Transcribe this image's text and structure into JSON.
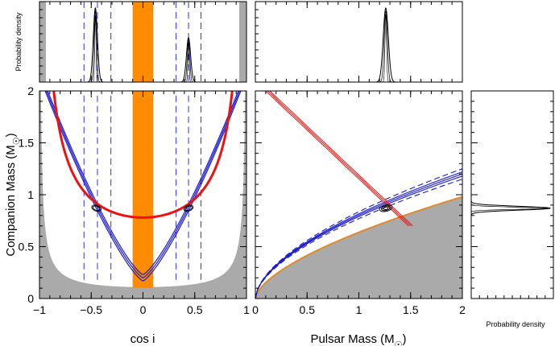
{
  "chart_data": [
    {
      "type": "line",
      "panel": "cos-i-vs-companion-mass",
      "xlabel": "cos i",
      "ylabel": "Companion Mass",
      "ylabel_unit": "M",
      "xlim": [
        -1,
        1
      ],
      "ylim": [
        0,
        2
      ],
      "x_ticks": [
        "−1",
        "−0.5",
        "0",
        "0.5",
        "1"
      ],
      "y_ticks": [
        "0",
        "0.5",
        "1",
        "1.5",
        "2"
      ],
      "excluded_region_color": "#aaaaaa",
      "red_curve": {
        "color": "#ee1111",
        "min_mass": 0.78,
        "at_cos_i": 0
      },
      "blue_curves": {
        "color": "#1a1acc",
        "min_mass": 0.2,
        "at_cos_i": 0,
        "mass_at_cos_i_0.5": 1.0
      },
      "orange_band": {
        "color": "#ff8c00",
        "cos_i_range": [
          -0.1,
          0.1
        ]
      },
      "dashed_lines_cos_i": [
        -0.57,
        -0.44,
        -0.31,
        0.32,
        0.44,
        0.56
      ],
      "intersections": [
        {
          "cos_i": -0.45,
          "companion_mass": 0.87
        },
        {
          "cos_i": 0.44,
          "companion_mass": 0.87
        }
      ]
    },
    {
      "type": "area",
      "panel": "cos-i-probability-density",
      "ylabel": "Probability density",
      "xlim": [
        -1,
        1
      ],
      "peaks": [
        {
          "cos_i": -0.46,
          "relative_height": 1.0
        },
        {
          "cos_i": 0.44,
          "relative_height": 0.6
        }
      ]
    },
    {
      "type": "line",
      "panel": "pulsar-mass-vs-companion-mass",
      "xlabel": "Pulsar Mass",
      "xlabel_unit": "M",
      "xlim": [
        0,
        2
      ],
      "ylim": [
        0,
        2
      ],
      "x_ticks": [
        "0",
        "0.5",
        "1",
        "1.5",
        "2"
      ],
      "red_band": {
        "color": "#ee1111",
        "points": [
          [
            0.12,
            2.0
          ],
          [
            1.5,
            0.7
          ]
        ]
      },
      "blue_curves": {
        "color": "#1a1acc",
        "mass_at_pulsar_2": 1.2
      },
      "orange_boundary": {
        "color": "#e08a2a"
      },
      "solution": {
        "pulsar_mass": 1.26,
        "companion_mass": 0.87
      }
    },
    {
      "type": "area",
      "panel": "pulsar-mass-probability-density",
      "xlim": [
        0,
        2
      ],
      "peaks": [
        {
          "pulsar_mass": 1.26,
          "relative_height": 1.0
        }
      ]
    },
    {
      "type": "area",
      "panel": "companion-mass-probability-density",
      "xlabel": "Probability density",
      "ylim": [
        0,
        2
      ],
      "peaks": [
        {
          "companion_mass": 0.87,
          "relative_height": 1.0
        }
      ]
    }
  ]
}
